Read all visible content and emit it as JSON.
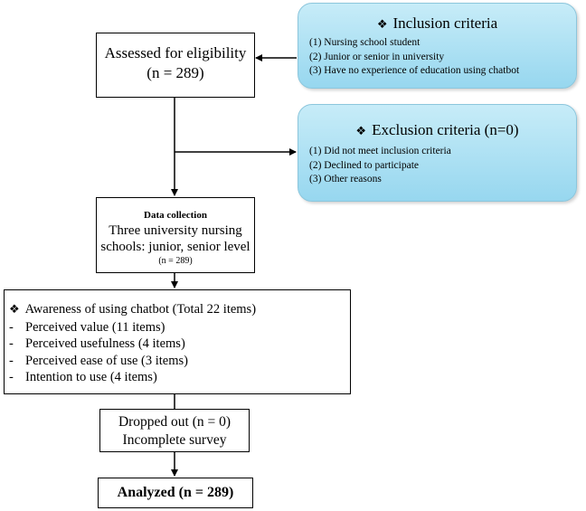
{
  "assessed": {
    "title": "Assessed for eligibility",
    "n": "(n = 289)"
  },
  "inclusion": {
    "bullet": "❖",
    "title": "Inclusion criteria",
    "items": [
      "(1) Nursing school student",
      "(2) Junior or senior in university",
      "(3) Have no experience of education using chatbot"
    ]
  },
  "exclusion": {
    "bullet": "❖",
    "title": "Exclusion criteria (n=0)",
    "items": [
      "(1) Did not meet inclusion criteria",
      "(2) Declined to participate",
      "(3) Other reasons"
    ]
  },
  "collection": {
    "title": "Data collection",
    "line1": "Three university nursing",
    "line2": "schools: junior, senior level",
    "n": "(n = 289)"
  },
  "awareness": {
    "bullet": "❖",
    "title": "Awareness of using chatbot (Total 22 items)",
    "items": [
      "Perceived value (11 items)",
      "Perceived usefulness (4 items)",
      "Perceived ease of use (3 items)",
      "Intention to use (4 items)"
    ]
  },
  "dropped": {
    "line1": "Dropped out (n = 0)",
    "line2": "Incomplete survey"
  },
  "analyzed": {
    "label": "Analyzed (n = 289)"
  },
  "colors": {
    "criteria_fill_top": "#c7ecf8",
    "criteria_fill_bottom": "#97d7ef",
    "line": "#000000"
  }
}
